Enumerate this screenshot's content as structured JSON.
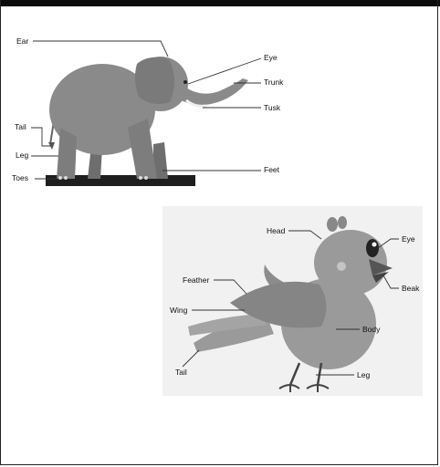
{
  "elephant": {
    "labels": {
      "ear": "Ear",
      "eye": "Eye",
      "trunk": "Trunk",
      "tusk": "Tusk",
      "tail": "Tail",
      "leg": "Leg",
      "toes": "Toes",
      "foot": "Feet"
    }
  },
  "bird": {
    "labels": {
      "head": "Head",
      "eye": "Eye",
      "feather": "Feather",
      "beak": "Beak",
      "wing": "Wing",
      "body": "Body",
      "tail": "Tail",
      "leg": "Leg"
    }
  }
}
